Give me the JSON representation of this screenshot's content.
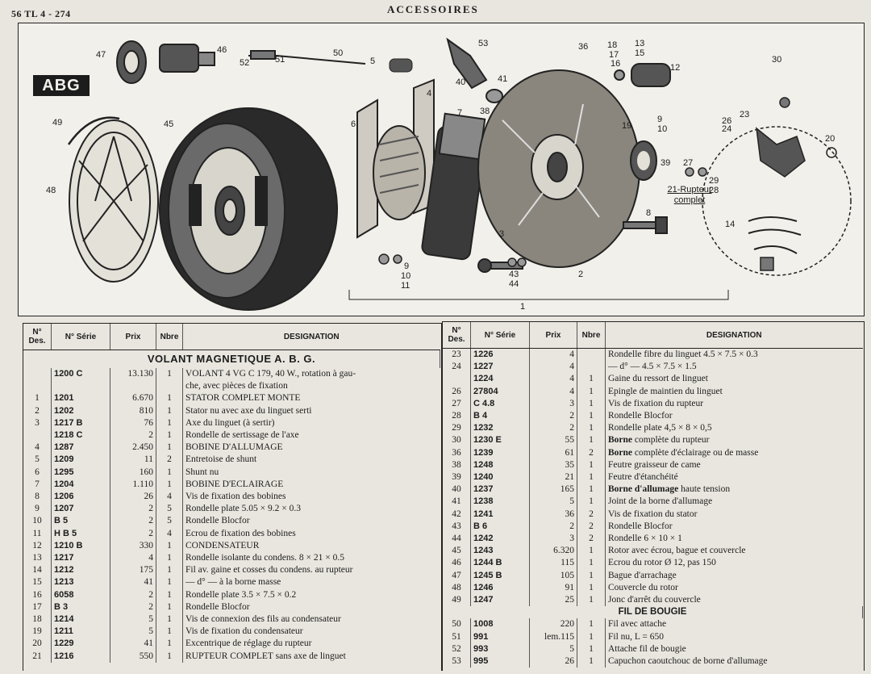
{
  "header": {
    "page_ref": "56 TL 4 - 274",
    "title": "ACCESSOIRES"
  },
  "figure": {
    "logo": "ABG",
    "sub_assembly_label": "21-Rupteur complet",
    "callouts": [
      "47",
      "46",
      "52",
      "51",
      "50",
      "5",
      "53",
      "36",
      "18",
      "17",
      "16",
      "13",
      "15",
      "12",
      "30",
      "40",
      "41",
      "38",
      "9",
      "10",
      "19",
      "23",
      "26",
      "24",
      "20",
      "49",
      "45",
      "6",
      "4",
      "7",
      "39",
      "27",
      "29",
      "28",
      "48",
      "8",
      "3",
      "2",
      "43",
      "44",
      "9",
      "10",
      "11",
      "14",
      "1"
    ]
  },
  "left_table": {
    "headers": {
      "des": "N° Des.",
      "serie": "N° Série",
      "prix": "Prix",
      "nbre": "Nbre",
      "designation": "DESIGNATION"
    },
    "section_title": "VOLANT MAGNETIQUE A. B. G.",
    "rows": [
      {
        "des": "",
        "serie": "",
        "prix": "",
        "nbre": "",
        "designation": ""
      },
      {
        "des": "",
        "serie": "1200 C",
        "prix": "13.130",
        "nbre": "1",
        "designation": "VOLANT 4 VG C 179, 40 W., rotation à gau-"
      },
      {
        "des": "",
        "serie": "",
        "prix": "",
        "nbre": "",
        "designation": "che, avec pièces de fixation"
      },
      {
        "des": "1",
        "serie": "1201",
        "prix": "6.670",
        "nbre": "1",
        "designation": "STATOR COMPLET MONTE"
      },
      {
        "des": "2",
        "serie": "1202",
        "prix": "810",
        "nbre": "1",
        "designation": "Stator nu avec axe du linguet serti"
      },
      {
        "des": "3",
        "serie": "1217 B",
        "prix": "76",
        "nbre": "1",
        "designation": "Axe du linguet (à sertir)"
      },
      {
        "des": "",
        "serie": "1218 C",
        "prix": "2",
        "nbre": "1",
        "designation": "Rondelle de sertissage de l'axe"
      },
      {
        "des": "4",
        "serie": "1287",
        "prix": "2.450",
        "nbre": "1",
        "designation": "BOBINE D'ALLUMAGE"
      },
      {
        "des": "5",
        "serie": "1209",
        "prix": "11",
        "nbre": "2",
        "designation": "Entretoise de shunt"
      },
      {
        "des": "6",
        "serie": "1295",
        "prix": "160",
        "nbre": "1",
        "designation": "Shunt nu"
      },
      {
        "des": "7",
        "serie": "1204",
        "prix": "1.110",
        "nbre": "1",
        "designation": "BOBINE D'ECLAIRAGE"
      },
      {
        "des": "8",
        "serie": "1206",
        "prix": "26",
        "nbre": "4",
        "designation": "Vis de fixation des bobines"
      },
      {
        "des": "9",
        "serie": "1207",
        "prix": "2",
        "nbre": "5",
        "designation": "Rondelle plate 5.05 × 9.2 × 0.3"
      },
      {
        "des": "10",
        "serie": "B 5",
        "prix": "2",
        "nbre": "5",
        "designation": "Rondelle Blocfor"
      },
      {
        "des": "11",
        "serie": "H B 5",
        "prix": "2",
        "nbre": "4",
        "designation": "Ecrou de fixation des bobines"
      },
      {
        "des": "12",
        "serie": "1210 B",
        "prix": "330",
        "nbre": "1",
        "designation": "CONDENSATEUR"
      },
      {
        "des": "13",
        "serie": "1217",
        "prix": "4",
        "nbre": "1",
        "designation": "Rondelle isolante du condens. 8 × 21 × 0.5"
      },
      {
        "des": "14",
        "serie": "1212",
        "prix": "175",
        "nbre": "1",
        "designation": "Fil av. gaine et cosses du condens. au rupteur"
      },
      {
        "des": "15",
        "serie": "1213",
        "prix": "41",
        "nbre": "1",
        "designation": "— d° — à la borne masse"
      },
      {
        "des": "16",
        "serie": "6058",
        "prix": "2",
        "nbre": "1",
        "designation": "Rondelle plate 3.5 × 7.5 × 0.2"
      },
      {
        "des": "17",
        "serie": "B 3",
        "prix": "2",
        "nbre": "1",
        "designation": "Rondelle Blocfor"
      },
      {
        "des": "18",
        "serie": "1214",
        "prix": "5",
        "nbre": "1",
        "designation": "Vis de connexion des fils au condensateur"
      },
      {
        "des": "19",
        "serie": "1211",
        "prix": "5",
        "nbre": "1",
        "designation": "Vis de fixation du condensateur"
      },
      {
        "des": "20",
        "serie": "1229",
        "prix": "41",
        "nbre": "1",
        "designation": "Excentrique de réglage du rupteur"
      },
      {
        "des": "21",
        "serie": "1216",
        "prix": "550",
        "nbre": "1",
        "designation": "RUPTEUR COMPLET sans axe de linguet"
      }
    ]
  },
  "right_table": {
    "headers": {
      "des": "N° Des.",
      "serie": "N° Série",
      "prix": "Prix",
      "nbre": "Nbre",
      "designation": "DESIGNATION"
    },
    "rows": [
      {
        "des": "23",
        "serie": "1226",
        "prix": "4",
        "nbre": "",
        "designation": "Rondelle fibre du linguet 4.5 × 7.5 × 0.3"
      },
      {
        "des": "24",
        "serie": "1227",
        "prix": "4",
        "nbre": "",
        "designation": "— d° — 4.5 × 7.5 × 1.5"
      },
      {
        "des": "",
        "serie": "1224",
        "prix": "4",
        "nbre": "1",
        "designation": "Gaine du ressort de linguet"
      },
      {
        "des": "26",
        "serie": "27804",
        "prix": "4",
        "nbre": "1",
        "designation": "Epingle de maintien du linguet"
      },
      {
        "des": "27",
        "serie": "C 4.8",
        "prix": "3",
        "nbre": "1",
        "designation": "Vis de fixation du rupteur"
      },
      {
        "des": "28",
        "serie": "B 4",
        "prix": "2",
        "nbre": "1",
        "designation": "Rondelle Blocfor"
      },
      {
        "des": "29",
        "serie": "1232",
        "prix": "2",
        "nbre": "1",
        "designation": "Rondelle plate 4,5 × 8 × 0,5"
      },
      {
        "des": "30",
        "serie": "1230 E",
        "prix": "55",
        "nbre": "1",
        "designation_bold": "Borne",
        "designation": " complète du rupteur"
      },
      {
        "des": "36",
        "serie": "1239",
        "prix": "61",
        "nbre": "2",
        "designation_bold": "Borne",
        "designation": " complète d'éclairage ou de masse"
      },
      {
        "des": "38",
        "serie": "1248",
        "prix": "35",
        "nbre": "1",
        "designation": "Feutre graisseur de came"
      },
      {
        "des": "39",
        "serie": "1240",
        "prix": "21",
        "nbre": "1",
        "designation": "Feutre d'étanchéité"
      },
      {
        "des": "40",
        "serie": "1237",
        "prix": "165",
        "nbre": "1",
        "designation_bold": "Borne d'allumage",
        "designation": " haute tension"
      },
      {
        "des": "41",
        "serie": "1238",
        "prix": "5",
        "nbre": "1",
        "designation": "Joint de la borne d'allumage"
      },
      {
        "des": "42",
        "serie": "1241",
        "prix": "36",
        "nbre": "2",
        "designation": "Vis de fixation du stator"
      },
      {
        "des": "43",
        "serie": "B 6",
        "prix": "2",
        "nbre": "2",
        "designation": "Rondelle Blocfor"
      },
      {
        "des": "44",
        "serie": "1242",
        "prix": "3",
        "nbre": "2",
        "designation": "Rondelle 6 × 10 × 1"
      },
      {
        "des": "45",
        "serie": "1243",
        "prix": "6.320",
        "nbre": "1",
        "designation": "Rotor avec écrou, bague et couvercle"
      },
      {
        "des": "46",
        "serie": "1244 B",
        "prix": "115",
        "nbre": "1",
        "designation": "Ecrou du rotor Ø 12, pas 150"
      },
      {
        "des": "47",
        "serie": "1245 B",
        "prix": "105",
        "nbre": "1",
        "designation": "Bague d'arrachage"
      },
      {
        "des": "48",
        "serie": "1246",
        "prix": "91",
        "nbre": "1",
        "designation": "Couvercle du rotor"
      },
      {
        "des": "49",
        "serie": "1247",
        "prix": "25",
        "nbre": "1",
        "designation": "Jonc d'arrêt du couvercle"
      },
      {
        "section": "FIL DE BOUGIE"
      },
      {
        "des": "50",
        "serie": "1008",
        "prix": "220",
        "nbre": "1",
        "designation": "Fil avec attache"
      },
      {
        "des": "51",
        "serie": "991",
        "prix": "lem.115",
        "nbre": "1",
        "designation": "Fil nu, L = 650"
      },
      {
        "des": "52",
        "serie": "993",
        "prix": "5",
        "nbre": "1",
        "designation": "Attache fil de bougie"
      },
      {
        "des": "53",
        "serie": "995",
        "prix": "26",
        "nbre": "1",
        "designation": "Capuchon caoutchouc de borne d'allumage"
      }
    ]
  }
}
